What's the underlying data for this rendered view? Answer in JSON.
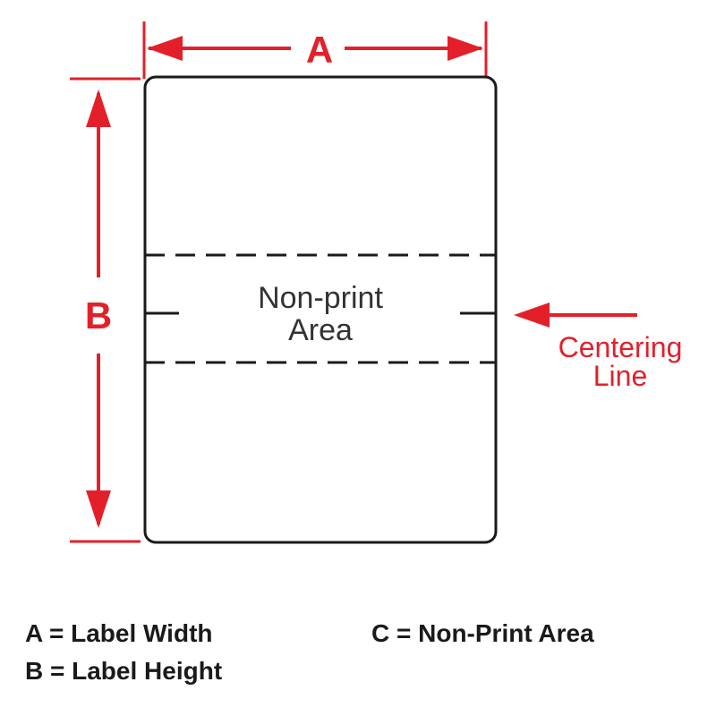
{
  "dimensions": {
    "width_label": "A",
    "height_label": "B"
  },
  "non_print_area": {
    "line1": "Non-print",
    "line2": "Area"
  },
  "centering_line": {
    "line1": "Centering",
    "line2": "Line"
  },
  "legend": {
    "a": "A = Label Width",
    "b": "B = Label Height",
    "c": "C = Non-Print Area"
  },
  "colors": {
    "accent": "#e3202a",
    "outline": "#1a1a1a",
    "dashes": "#1a1a1a"
  }
}
